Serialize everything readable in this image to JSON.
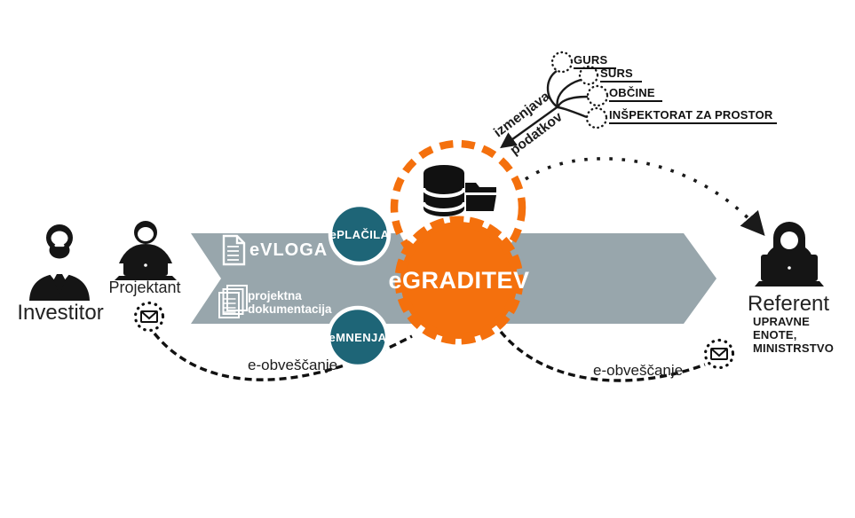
{
  "actors": {
    "investitor": {
      "label": "Investitor"
    },
    "projektant": {
      "label": "Projektant"
    },
    "referent": {
      "label": "Referent",
      "sub1": "UPRAVNE ENOTE,",
      "sub2": "MINISTRSTVO"
    }
  },
  "flow": {
    "evloga": "eVLOGA",
    "projektna_line1": "projektna",
    "projektna_line2": "dokumentacija",
    "eplacila": "ePLAČILA",
    "emnenja": "eMNENJA",
    "egraditev": "eGRADITEV"
  },
  "exchange": {
    "line1": "izmenjava",
    "line2": "podatkov",
    "registries": [
      {
        "label": "GURS"
      },
      {
        "label": "SURS"
      },
      {
        "label": "OBČINE"
      },
      {
        "label": "INŠPEKTORAT ZA PROSTOR"
      }
    ]
  },
  "notifications": {
    "left": "e-obveščanje",
    "right": "e-obveščanje"
  },
  "colors": {
    "orange": "#F4700D",
    "teal": "#1E6577",
    "arrow_gray": "#98A6AC",
    "ink": "#1A1A1A"
  },
  "icons": [
    "investitor-person-icon",
    "projektant-laptop-icon",
    "referent-laptop-icon",
    "document-icon",
    "documents-stack-icon",
    "database-icon",
    "folder-icon",
    "envelope-icon-left",
    "envelope-icon-right",
    "registry-node-icon",
    "egraditev-hub-icon",
    "data-store-dashed-circle-icon"
  ]
}
